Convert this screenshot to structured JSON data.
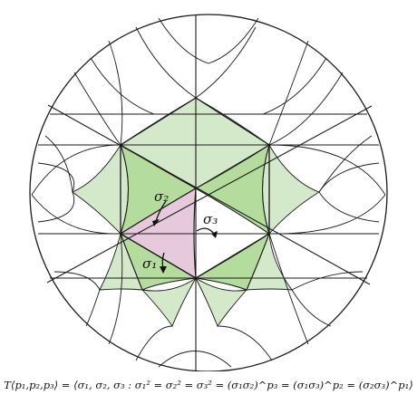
{
  "figure": {
    "labels": {
      "sigma1": "σ₁",
      "sigma2": "σ₂",
      "sigma3": "σ₃"
    },
    "caption": "T⟨p₁,p₂,p₃⟩ = ⟨σ₁, σ₂, σ₃ : σ₁² = σ₂² = σ₃² = (σ₁σ₂)^p₃ = (σ₁σ₃)^p₂ = (σ₂σ₃)^p₁⟩",
    "colors": {
      "fundamental_triangle": "#e7c9dd",
      "adjacent_triangles": "#b4dc9c",
      "outer_triangles": "#d3e9c9",
      "lines": "#1a1a1a"
    }
  }
}
